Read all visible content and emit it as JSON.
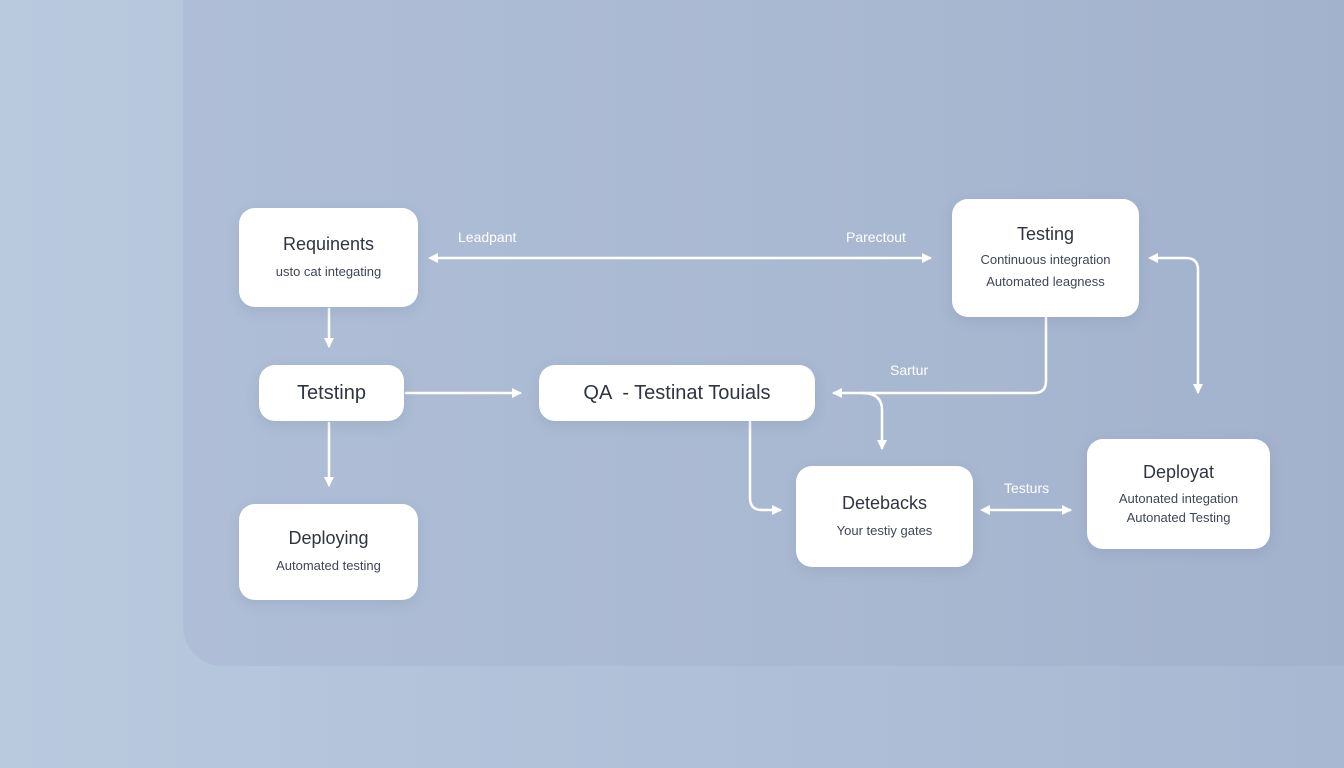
{
  "nodes": {
    "requirements": {
      "title": "Requinents",
      "sub": "usto cat integating"
    },
    "testing_top": {
      "title": "Testing",
      "sub1": "Continuous integration",
      "sub2": "Automated leagness"
    },
    "testing_left": {
      "title": "Tetstinp"
    },
    "qa": {
      "title": "QA  - Testinat Touials"
    },
    "deploying": {
      "title": "Deploying",
      "sub": "Automated testing"
    },
    "detebacks": {
      "title": "Detebacks",
      "sub": "Your testiy gates"
    },
    "deployat": {
      "title": "Deployat",
      "sub1": "Autonated integation",
      "sub2": "Autonated Testing"
    }
  },
  "edge_labels": {
    "leadpant": "Leadpant",
    "parectout": "Parectout",
    "sartur": "Sartur",
    "testurs": "Testurs"
  },
  "colors": {
    "edge": "#ffffff",
    "node_fill": "#ffffff",
    "text": "#2f3542"
  }
}
